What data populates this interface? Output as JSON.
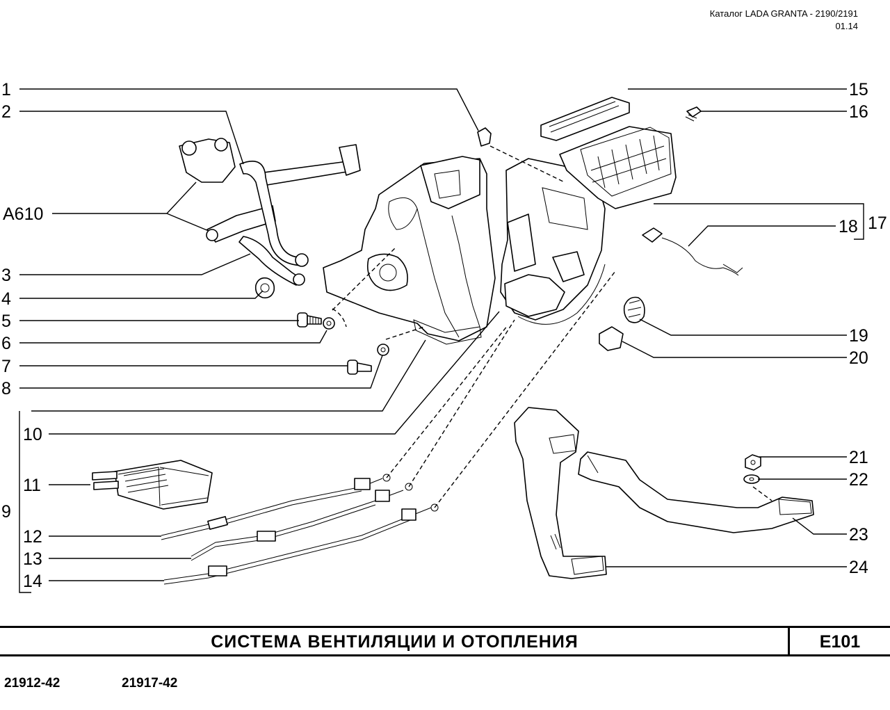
{
  "header": {
    "catalog": "Каталог  LADA GRANTA - 2190/2191",
    "date": "01.14"
  },
  "callouts": {
    "c1": "1",
    "c2": "2",
    "cA610": "A610",
    "c3": "3",
    "c4": "4",
    "c5": "5",
    "c6": "6",
    "c7": "7",
    "c8": "8",
    "c9": "9",
    "c10": "10",
    "c11": "11",
    "c12": "12",
    "c13": "13",
    "c14": "14",
    "c15": "15",
    "c16": "16",
    "c17": "17",
    "c18": "18",
    "c19": "19",
    "c20": "20",
    "c21": "21",
    "c22": "22",
    "c23": "23",
    "c24": "24"
  },
  "footer": {
    "title": "СИСТЕМА   ВЕНТИЛЯЦИИ   И   ОТОПЛЕНИЯ",
    "code": "E101",
    "model_a": "21912-42",
    "model_b": "21917-42"
  }
}
